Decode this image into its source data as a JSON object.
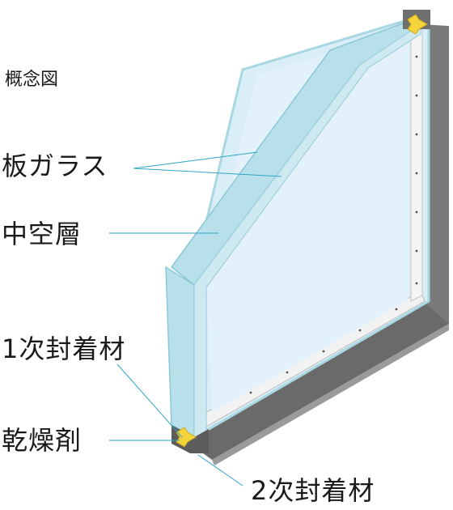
{
  "caption": "概念図",
  "labels": {
    "glass": "板ガラス",
    "air_layer": "中空層",
    "primary_sealant": "1次封着材",
    "desiccant": "乾燥剤",
    "secondary_sealant": "2次封着材"
  },
  "colors": {
    "glass_edge": "#a9d8e2",
    "glass_face": "#e3f1fa",
    "spacer": "#f2f2f2",
    "sealant_dark": "#6a6a6a",
    "sealant_mid": "#9a9a9a",
    "desiccant_arrow": "#f5d33b",
    "leader_line": "#2fa6c8"
  }
}
